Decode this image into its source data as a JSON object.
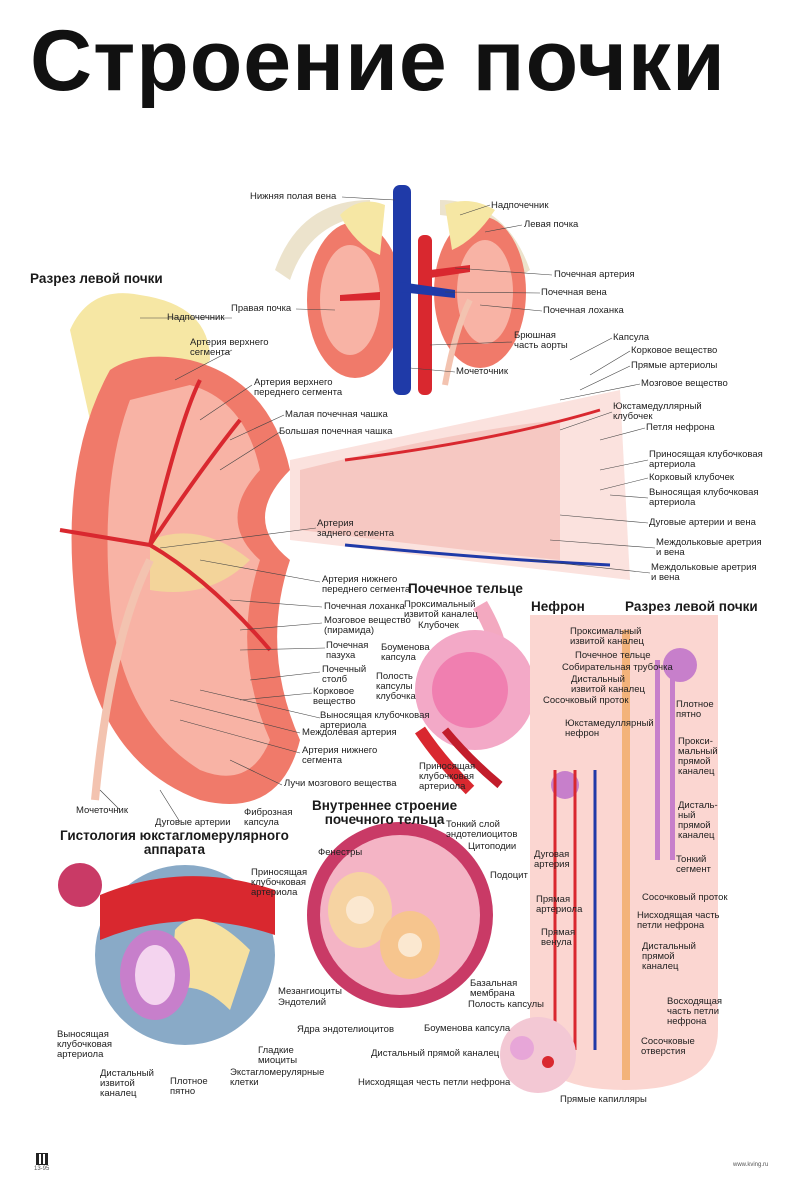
{
  "title": "Строение почки",
  "sections": {
    "left_section": "Разрез левой почки",
    "corpuscle": "Почечное тельце",
    "nephron": "Нефрон",
    "right_section": "Разрез левой почки",
    "inner": "Внутреннее строение\nпочечного тельца",
    "histology": "Гистология юкстагломерулярного\nаппарата"
  },
  "labels": {
    "ivc": "Нижняя полая вена",
    "adrenal_top": "Надпочечник",
    "left_kidney": "Левая почка",
    "renal_artery": "Почечная артерия",
    "renal_vein": "Почечная вена",
    "renal_pelvis_top": "Почечная лоханка",
    "right_kidney": "Правая почка",
    "aorta": "Брюшная\nчасть аорты",
    "ureter_top": "Мочеточник",
    "adrenal_left": "Надпочечник",
    "upper_segment_artery": "Артерия верхнего\nсегмента",
    "upper_anterior_artery": "Артерия верхнего\nпереднего сегмента",
    "minor_calyx": "Малая почечная чашка",
    "major_calyx": "Большая почечная чашка",
    "posterior_artery": "Артерия\nзаднего сегмента",
    "capsule": "Капсула",
    "cortex": "Корковое вещество",
    "straight_arterioles": "Прямые артериолы",
    "medulla": "Мозговое вещество",
    "juxtamedullary": "Юкстамедуллярный\nклубочек",
    "loop": "Петля нефрона",
    "afferent": "Приносящая клубочковая\nартериола",
    "cortical_glom": "Корковый клубочек",
    "efferent": "Выносящая клубочковая\nартериола",
    "arcuate": "Дуговые артерии и вена",
    "interlobular": "Междольковые аретрия\nи вена",
    "interlobar": "Междольковые аретрия\nи вена",
    "lower_anterior_artery": "Артерия нижнего\nпереднего сегмента",
    "pelvis": "Почечная лоханка",
    "pyramid": "Мозговое вещество\n(пирамида)",
    "sinus": "Почечная\nпазуха",
    "column": "Почечный\nстолб",
    "cortex2": "Корковое\nвещество",
    "efferent2": "Выносящая клубочковая\nартериола",
    "interlobar_artery": "Междолевая артерия",
    "lower_artery": "Артерия нижнего\nсегмента",
    "medullary_rays": "Лучи мозгового вещества",
    "ureter": "Мочеточник",
    "arcuate_arteries": "Дуговые артерии",
    "fibrous_capsule": "Фиброзная\nкапсула",
    "prox_tubule": "Проксимальный\nизвитой каналец",
    "glomerulus": "Клубочек",
    "bowman_capsule": "Боуменова\nкапсула",
    "capsule_cavity": "Полость\nкапсулы\nклубочка",
    "afferent2": "Приносящая\nклубочковая\nартериола",
    "fenestrae": "Фенестры",
    "endothelium_layer": "Тонкий слой\nэндотелиоцитов",
    "cytopodia": "Цитоподии",
    "podocyte": "Подоцит",
    "mesangiocytes": "Мезангиоциты",
    "endothelial_nuclei": "Ядра эндотелиоцитов",
    "basal_membrane": "Базальная\nмембрана",
    "capsule_cavity2": "Полость капсулы",
    "bowman_capsule2": "Боуменова капсула",
    "afferent3": "Приносящая\nклубочковая\nартериола",
    "endothelium": "Эндотелий",
    "efferent3": "Выносящая\nклубочковая\nартериола",
    "smooth_myocytes": "Гладкие\nмиоциты",
    "extraglomerular": "Экстагломерулярные\nклетки",
    "distal_tubule": "Дистальный\nизвитой\nканалец",
    "macula_densa": "Плотное\nпятно",
    "n_prox": "Проксимальный\nизвитой каналец",
    "n_corpuscle": "Почечное тельце",
    "n_collecting": "Собирательная трубочка",
    "n_distal": "Дистальный\nизвитой каналец",
    "n_duct": "Сосочковый проток",
    "n_juxta": "Юкстамедуллярный\nнефрон",
    "n_arcuate": "Дуговая\nартерия",
    "n_straight_art": "Прямая\nартериола",
    "n_straight_vein": "Прямая\nвенула",
    "n_macula": "Плотное\nпятно",
    "n_prox_straight": "Прокси-\nмальный\nпрямой\nканалец",
    "n_distal_straight": "Дисталь-\nный\nпрямой\nканалец",
    "n_thin": "Тонкий\nсегмент",
    "n_duct2": "Сосочковый проток",
    "n_descending": "Нисходящая часть\nпетли нефрона",
    "n_distal_straight2": "Дистальный\nпрямой\nканалец",
    "n_ascending": "Восходящая\nчасть петли\nнефрона",
    "n_openings": "Сосочковые\nотверстия",
    "b_distal": "Дистальный прямой каналец",
    "b_descending": "Нисходящая честь петли нефрона",
    "b_capillaries": "Прямые капилляры"
  },
  "footer": {
    "code": "13-95",
    "site": "www.kving.ru"
  },
  "colors": {
    "kidney": "#f07a6a",
    "kidney_light": "#f8b3a5",
    "artery": "#d9282f",
    "vein": "#1f3aa8",
    "fat": "#f6e7a4",
    "nephron_bg": "#fbd6d1"
  }
}
